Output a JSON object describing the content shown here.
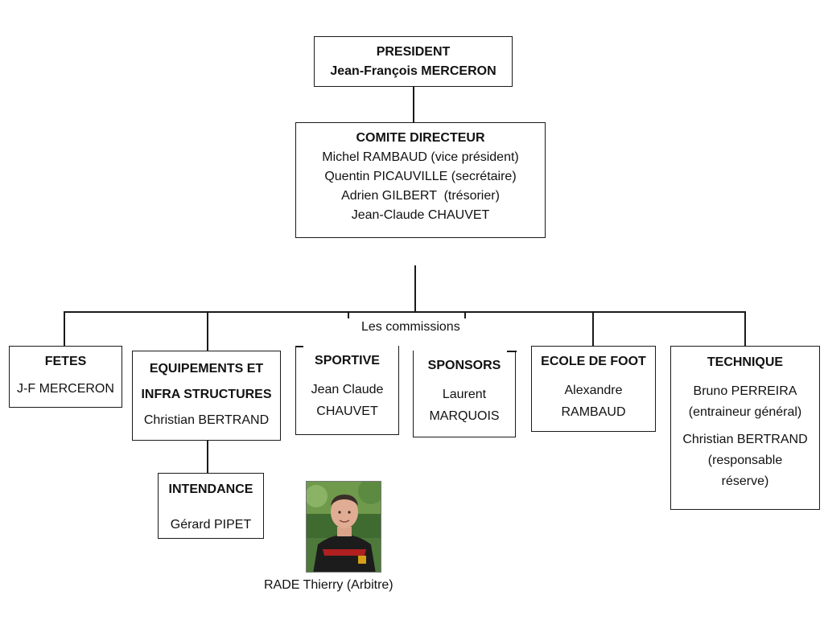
{
  "president": {
    "title": "PRESIDENT",
    "name": "Jean-François MERCERON"
  },
  "comite": {
    "title": "COMITE DIRECTEUR",
    "members": [
      "Michel RAMBAUD (vice président)",
      "Quentin PICAUVILLE (secrétaire)",
      "Adrien GILBERT  (trésorier)",
      "Jean-Claude CHAUVET"
    ]
  },
  "commissions_label": "Les commissions",
  "commissions": {
    "fetes": {
      "title": "FETES",
      "lines": [
        "J-F MERCERON"
      ]
    },
    "equipements": {
      "title": [
        "EQUIPEMENTS ET",
        "INFRA STRUCTURES"
      ],
      "lines": [
        "Christian BERTRAND"
      ]
    },
    "intendance": {
      "title": "INTENDANCE",
      "lines": [
        "Gérard PIPET"
      ]
    },
    "sportive": {
      "title": "SPORTIVE",
      "lines": [
        "Jean Claude",
        "CHAUVET"
      ]
    },
    "sponsors": {
      "title": "SPONSORS",
      "lines": [
        "Laurent",
        "MARQUOIS"
      ]
    },
    "ecole": {
      "title": "ECOLE DE FOOT",
      "lines": [
        "Alexandre",
        "RAMBAUD"
      ]
    },
    "technique": {
      "title": "TECHNIQUE",
      "lines": [
        "Bruno PERREIRA",
        "(entraineur général)"
      ],
      "lines2": [
        "Christian BERTRAND",
        "(responsable",
        "réserve)"
      ]
    }
  },
  "referee": {
    "caption": "RADE Thierry (Arbitre)"
  }
}
